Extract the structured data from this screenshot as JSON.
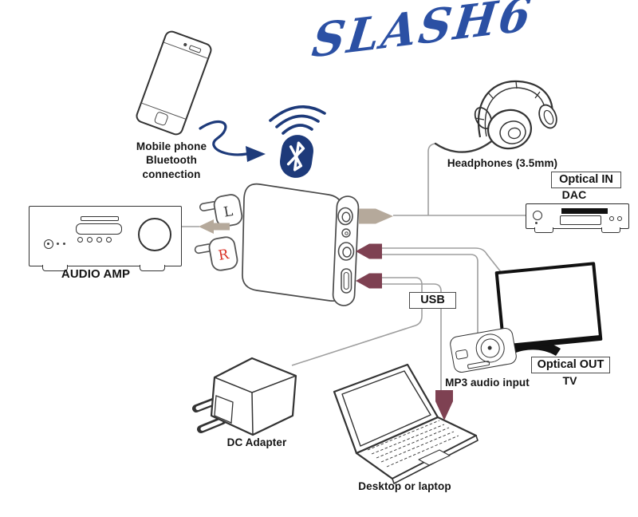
{
  "diagram_title": {
    "text": "SLASH6"
  },
  "colors": {
    "title_blue": "#2b50a4",
    "bluetooth_navy": "#1d3a7a",
    "output_arrow_tan": "#b5a99b",
    "input_arrow_maroon": "#7e4152",
    "rca_right_red": "#d93025"
  },
  "labels": {
    "phone_line1": "Mobile phone",
    "phone_line2": "Bluetooth",
    "phone_line3": "connection",
    "amp": "AUDIO AMP",
    "headphones": "Headphones (3.5mm)",
    "optical_in": "Optical IN",
    "dac": "DAC",
    "optical_out": "Optical OUT",
    "tv": "TV",
    "usb": "USB",
    "mp3": "MP3 audio input",
    "dc_adapter": "DC Adapter",
    "laptop": "Desktop or laptop",
    "rca_left": "L",
    "rca_right": "R"
  }
}
